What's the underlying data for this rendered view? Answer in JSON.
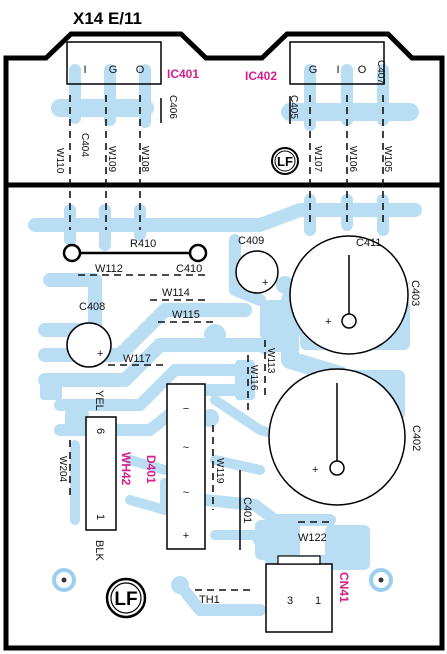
{
  "title": "X14 E/11",
  "ic401": {
    "ref": "IC401",
    "pins": [
      "I",
      "G",
      "O"
    ]
  },
  "ic402": {
    "ref": "IC402",
    "pins": [
      "G",
      "I",
      "O"
    ]
  },
  "caps": {
    "c404": "C404",
    "c406": "C406",
    "c405": "C405",
    "c407": "C407",
    "c409": "C409",
    "c410": "C410",
    "c411": "C411",
    "c403": "C403",
    "c408": "C408",
    "c402": "C402",
    "c401": "C401"
  },
  "jumpers": {
    "w110": "W110",
    "w109": "W109",
    "w108": "W108",
    "w107": "W107",
    "w106": "W106",
    "w105": "W105",
    "w112": "W112",
    "w114": "W114",
    "w115": "W115",
    "w117": "W117",
    "w113": "W113",
    "w116": "W116",
    "w119": "W119",
    "w122": "W122",
    "w204": "W204"
  },
  "r410": "R410",
  "th1": "TH1",
  "lf_logo": "LF",
  "wh42": {
    "ref": "WH42",
    "yel": "YEL",
    "blk": "BLK",
    "pin_top": "6",
    "pin_bottom": "1"
  },
  "d401": {
    "ref": "D401",
    "minus": "−",
    "ac1": "~",
    "ac2": "~",
    "plus": "+"
  },
  "cn41": {
    "ref": "CN41",
    "pin3": "3",
    "pin1": "1"
  },
  "polarity_plus": "+",
  "colors": {
    "copper": "#b9def4",
    "ref_designator": "#d61f8a",
    "outline": "#000000"
  }
}
